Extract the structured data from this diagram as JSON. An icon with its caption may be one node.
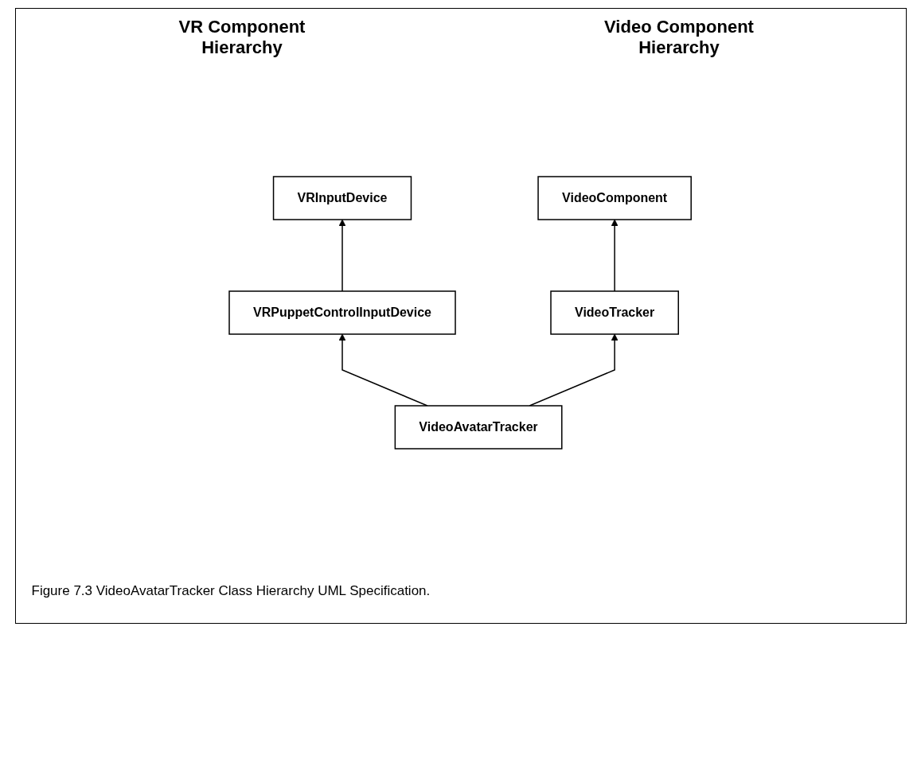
{
  "diagram": {
    "caption": "Figure 7.3 VideoAvatarTracker Class Hierarchy UML Specification.",
    "nodes": [
      {
        "text": [
          "VRInputDevice"
        ]
      },
      {
        "text": [
          "VideoComponent"
        ]
      },
      {
        "text": [
          "VRPuppetControlInputDevice"
        ]
      },
      {
        "text": [
          "VideoTracker"
        ]
      },
      {
        "text": [
          "VideoAvatarTracker"
        ]
      }
    ],
    "edges": [
      {
        "from": 2,
        "to": 0,
        "arrow": "to"
      },
      {
        "from": 3,
        "to": 1,
        "arrow": "to"
      },
      {
        "from": 4,
        "to": 2,
        "arrow": "to"
      },
      {
        "from": 4,
        "to": 3,
        "arrow": "to"
      }
    ],
    "labels": [
      "VR Component Hierarchy",
      "Video Component Hierarchy"
    ]
  }
}
